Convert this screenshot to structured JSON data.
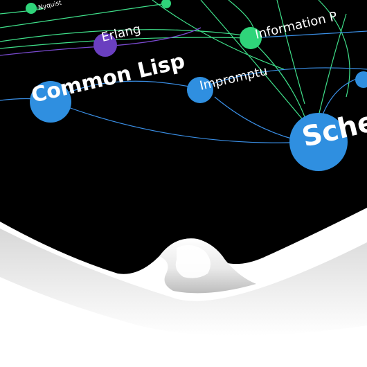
{
  "scene": {
    "description_colors": {
      "poster_background": "#000000",
      "backdrop": "#ffffff",
      "fold_shadow": "#cfcfcf",
      "blue_node": "#2f8fe0",
      "green_node": "#2fd47a",
      "purple_node": "#6a3fc0",
      "blue_edge": "#3a8fe6",
      "green_edge": "#3fe08a",
      "purple_edge": "#7a4ad0"
    }
  },
  "nodes": {
    "common_lisp": "Common Lisp",
    "erlang": "Erlang",
    "impromptu": "Impromptu",
    "scheme": "Sche",
    "information": "Information P",
    "top_small": "Nyquist"
  }
}
